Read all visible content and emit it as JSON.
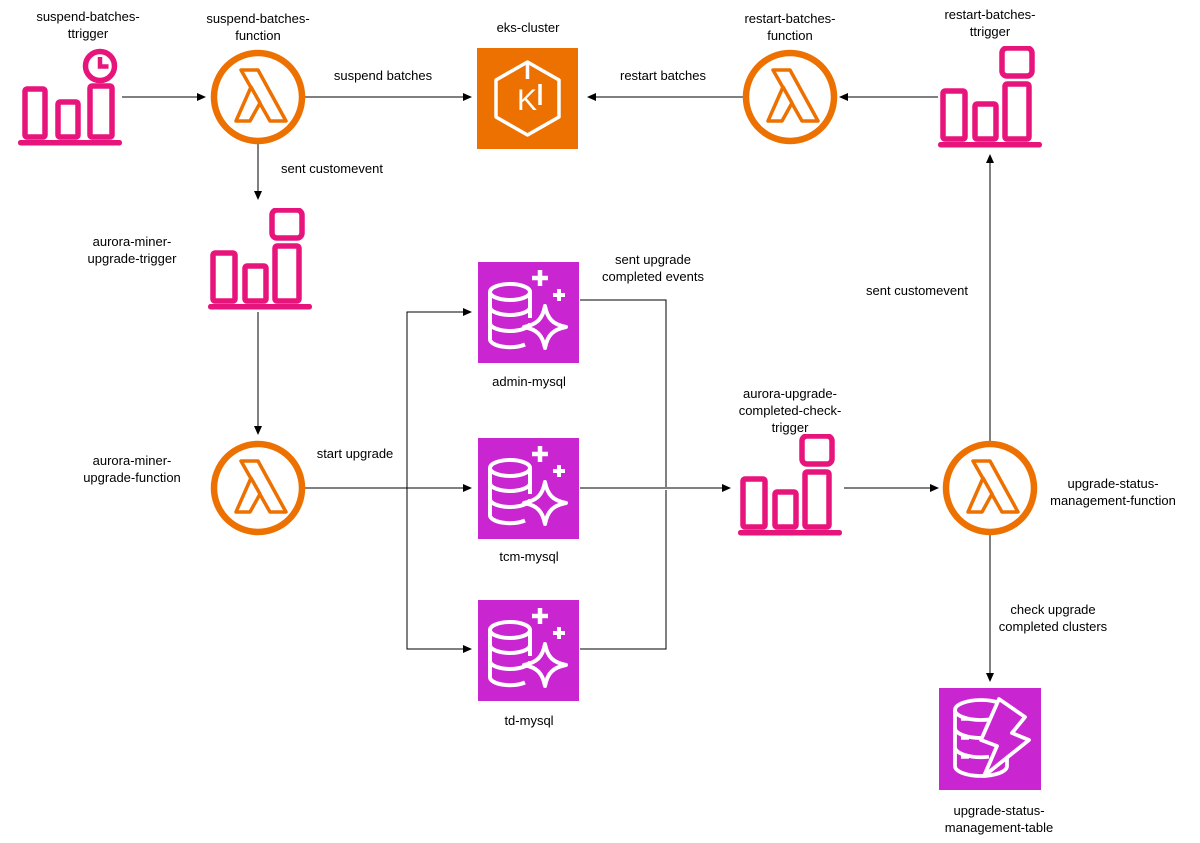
{
  "diagram": {
    "colors": {
      "lambda_orange": "#ED7100",
      "eks_orange": "#ED7100",
      "eventbridge_pink": "#E7157B",
      "aurora_magenta": "#C925D1",
      "dynamodb_magenta": "#C925D1",
      "connector": "#000000",
      "background": "#FFFFFF"
    },
    "nodes": {
      "suspend_trigger": {
        "label": "suspend-batches-\nttrigger",
        "icon": "eventbridge-scheduled-rule-icon"
      },
      "suspend_function": {
        "label": "suspend-batches-\nfunction",
        "icon": "lambda-icon"
      },
      "eks_cluster": {
        "label": "eks-cluster",
        "icon": "eks-icon"
      },
      "restart_function": {
        "label": "restart-batches-\nfunction",
        "icon": "lambda-icon"
      },
      "restart_trigger": {
        "label": "restart-batches-\nttrigger",
        "icon": "eventbridge-rule-icon"
      },
      "aurora_miner_upgrade_trigger": {
        "label": "aurora-miner-\nupgrade-trigger",
        "icon": "eventbridge-rule-icon"
      },
      "aurora_miner_upgrade_function": {
        "label": "aurora-miner-\nupgrade-function",
        "icon": "lambda-icon"
      },
      "admin_mysql": {
        "label": "admin-mysql",
        "icon": "aurora-mysql-icon"
      },
      "tcm_mysql": {
        "label": "tcm-mysql",
        "icon": "aurora-mysql-icon"
      },
      "td_mysql": {
        "label": "td-mysql",
        "icon": "aurora-mysql-icon"
      },
      "aurora_upgrade_completed_check_trigger": {
        "label": "aurora-upgrade-\ncompleted-check-\ntrigger",
        "icon": "eventbridge-rule-icon"
      },
      "upgrade_status_management_function": {
        "label": "upgrade-status-\nmanagement-function",
        "icon": "lambda-icon"
      },
      "upgrade_status_management_table": {
        "label": "upgrade-status-\nmanagement-table",
        "icon": "dynamodb-table-icon"
      }
    },
    "edges": {
      "suspend_batches": {
        "label": "suspend batches"
      },
      "restart_batches": {
        "label": "restart batches"
      },
      "sent_customevent_left": {
        "label": "sent customevent"
      },
      "start_upgrade": {
        "label": "start upgrade"
      },
      "sent_upgrade_completed_events": {
        "label": "sent upgrade\ncompleted events"
      },
      "sent_customevent_right": {
        "label": "sent customevent"
      },
      "check_upgrade_completed_clusters": {
        "label": "check upgrade\ncompleted clusters"
      }
    }
  }
}
